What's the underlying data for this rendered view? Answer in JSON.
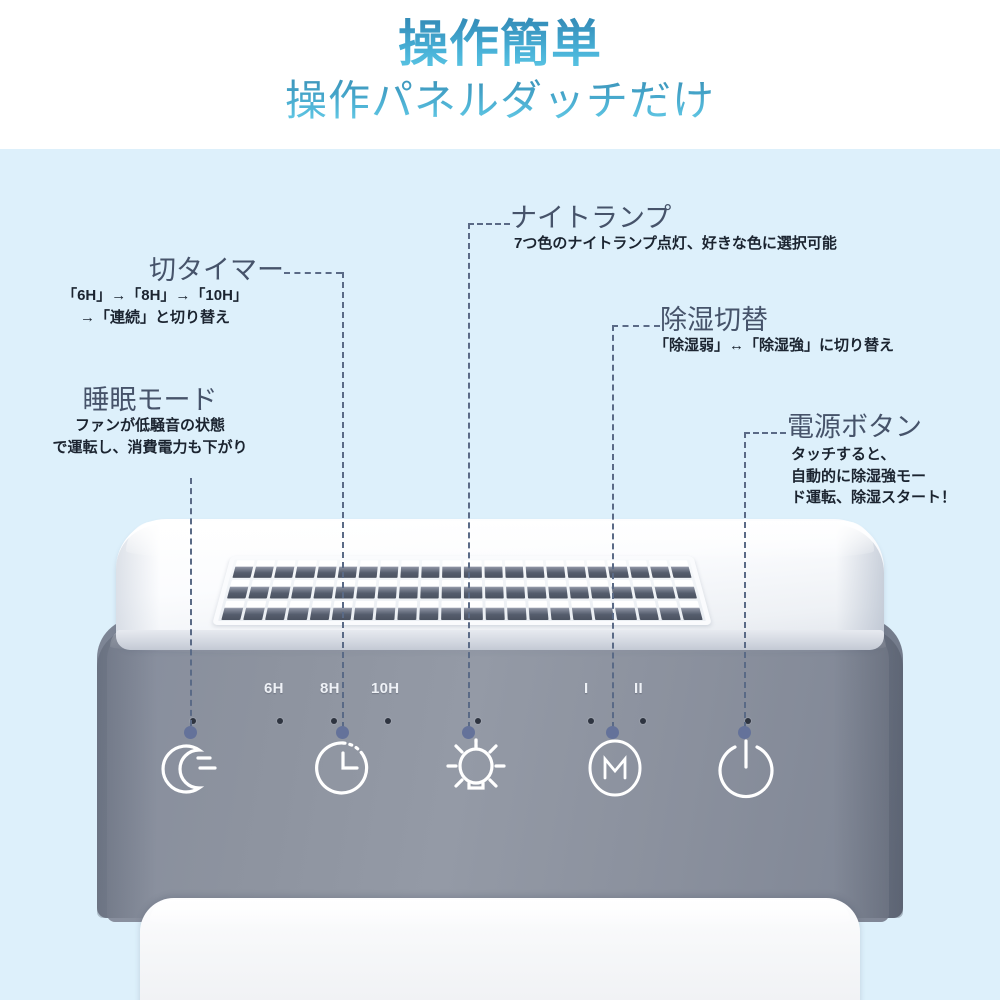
{
  "headline": {
    "line1": "操作簡単",
    "line2": "操作パネルダッチだけ",
    "color_top": "#2d7ea8",
    "color_bottom": "#5cc6e4"
  },
  "background": {
    "top_band": "#ffffff",
    "main": "#ddf0fb"
  },
  "annotations": [
    {
      "id": "timer",
      "heading": "切タイマー",
      "sub_lines": [
        "「6H」→「8H」→「10H」",
        "→「連続」と切り替え"
      ]
    },
    {
      "id": "sleep",
      "heading": "睡眠モード",
      "sub_lines": [
        "ファンが低騒音の状態",
        "で運転し、消費電力も下がり"
      ]
    },
    {
      "id": "night-lamp",
      "heading": "ナイトランプ",
      "sub_lines": [
        "7つ色のナイトランプ点灯、好きな色に選択可能"
      ]
    },
    {
      "id": "dehumidify-switch",
      "heading": "除湿切替",
      "sub_lines": [
        "「除湿弱」↔「除湿強」に切り替え"
      ]
    },
    {
      "id": "power",
      "heading": "電源ボタン",
      "sub_lines": [
        "タッチすると、",
        "自動的に除湿強モー",
        "ド運転、除湿スタート！"
      ]
    }
  ],
  "control_panel": {
    "timer_labels": [
      "6H",
      "8H",
      "10H"
    ],
    "mode_labels": [
      "I",
      "II"
    ],
    "buttons": [
      {
        "id": "sleep",
        "icon": "moon-icon"
      },
      {
        "id": "timer",
        "icon": "clock-icon"
      },
      {
        "id": "night-lamp",
        "icon": "bulb-icon"
      },
      {
        "id": "dehumidify",
        "icon": "m-circle-icon"
      },
      {
        "id": "power",
        "icon": "power-icon"
      }
    ],
    "panel_color": "#8d939f",
    "icon_color": "#ffffff",
    "label_color": "#eef1f6",
    "connector_color": "#5a6a86",
    "connector_dot_color": "#64729a"
  }
}
